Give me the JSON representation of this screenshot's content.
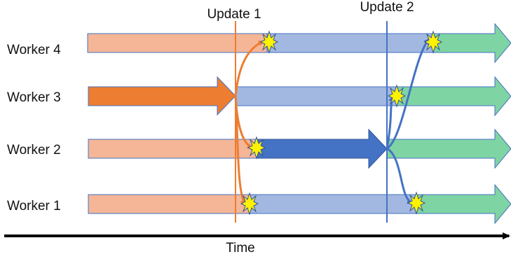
{
  "updates": [
    "Update 1",
    "Update 2"
  ],
  "workers": [
    "Worker 4",
    "Worker 3",
    "Worker 2",
    "Worker 1"
  ],
  "axis": {
    "label": "Time"
  },
  "colors": {
    "phase1_light": "#F4B696",
    "phase1_bold": "#ED7D31",
    "phase2_light": "#A3B8E0",
    "phase2_bold": "#4472C4",
    "phase3_light": "#7FD4A4",
    "arrow_edge": "#4472C4",
    "update1_line": "#ED7D31",
    "update2_line": "#4472C4",
    "spark_fill": "#FFF200",
    "spark_edge": "#2F5597"
  },
  "icons": {
    "sync_marker": "starburst-icon"
  }
}
